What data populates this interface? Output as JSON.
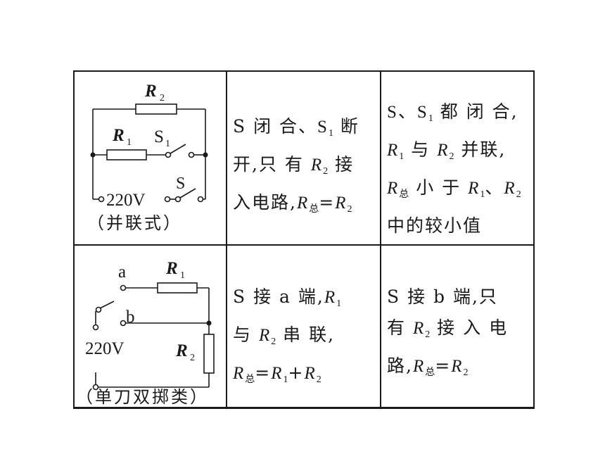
{
  "row1": {
    "diagram": {
      "r2": "R",
      "r2_sub": "2",
      "r1": "R",
      "r1_sub": "1",
      "s1": "S",
      "s1_sub": "1",
      "s": "S",
      "source": "220V",
      "caption": "（并联式）"
    },
    "col2": {
      "l1": "S 闭 合、",
      "l1_s": "S",
      "l1_sub": "1",
      "l1_tail": " 断",
      "l2": "开,只 有 ",
      "l2_r": "R",
      "l2_sub": "2",
      "l2_tail": " 接",
      "l3": "入电路,",
      "l3_r": "R",
      "l3_sub": "总",
      "l3_eq": "=",
      "l3_r2": "R",
      "l3_sub2": "2"
    },
    "col3": {
      "l1_s": "S",
      "l1_mid": "、",
      "l1_s1": "S",
      "l1_sub": "1",
      "l1_tail": " 都 闭 合,",
      "l2_r1": "R",
      "l2_sub1": "1",
      "l2_mid": " 与 ",
      "l2_r2": "R",
      "l2_sub2": "2",
      "l2_tail": " 并联,",
      "l3_r": "R",
      "l3_sub": "总",
      "l3_mid": " 小 于 ",
      "l3_r1": "R",
      "l3_sub1": "1",
      "l3_sep": "、",
      "l3_r2": "R",
      "l3_sub2": "2",
      "l4": "中的较小值"
    }
  },
  "row2": {
    "diagram": {
      "a": "a",
      "b": "b",
      "r1": "R",
      "r1_sub": "1",
      "r2": "R",
      "r2_sub": "2",
      "source": "220V",
      "caption": "（单刀双掷类）"
    },
    "col2": {
      "l1": "S 接 a 端,",
      "l1_r": "R",
      "l1_sub": "1",
      "l2": "与 ",
      "l2_r": "R",
      "l2_sub": "2",
      "l2_tail": " 串 联,",
      "l3_r": "R",
      "l3_sub": "总",
      "l3_eq": "=",
      "l3_r1": "R",
      "l3_sub1": "1",
      "l3_plus": "+",
      "l3_r2": "R",
      "l3_sub2": "2"
    },
    "col3": {
      "l1": "S 接 b 端,只",
      "l2": "有 ",
      "l2_r": "R",
      "l2_sub": "2",
      "l2_tail": " 接 入 电",
      "l3": "路,",
      "l3_r": "R",
      "l3_sub": "总",
      "l3_eq": "=",
      "l3_r2": "R",
      "l3_sub2": "2"
    }
  }
}
